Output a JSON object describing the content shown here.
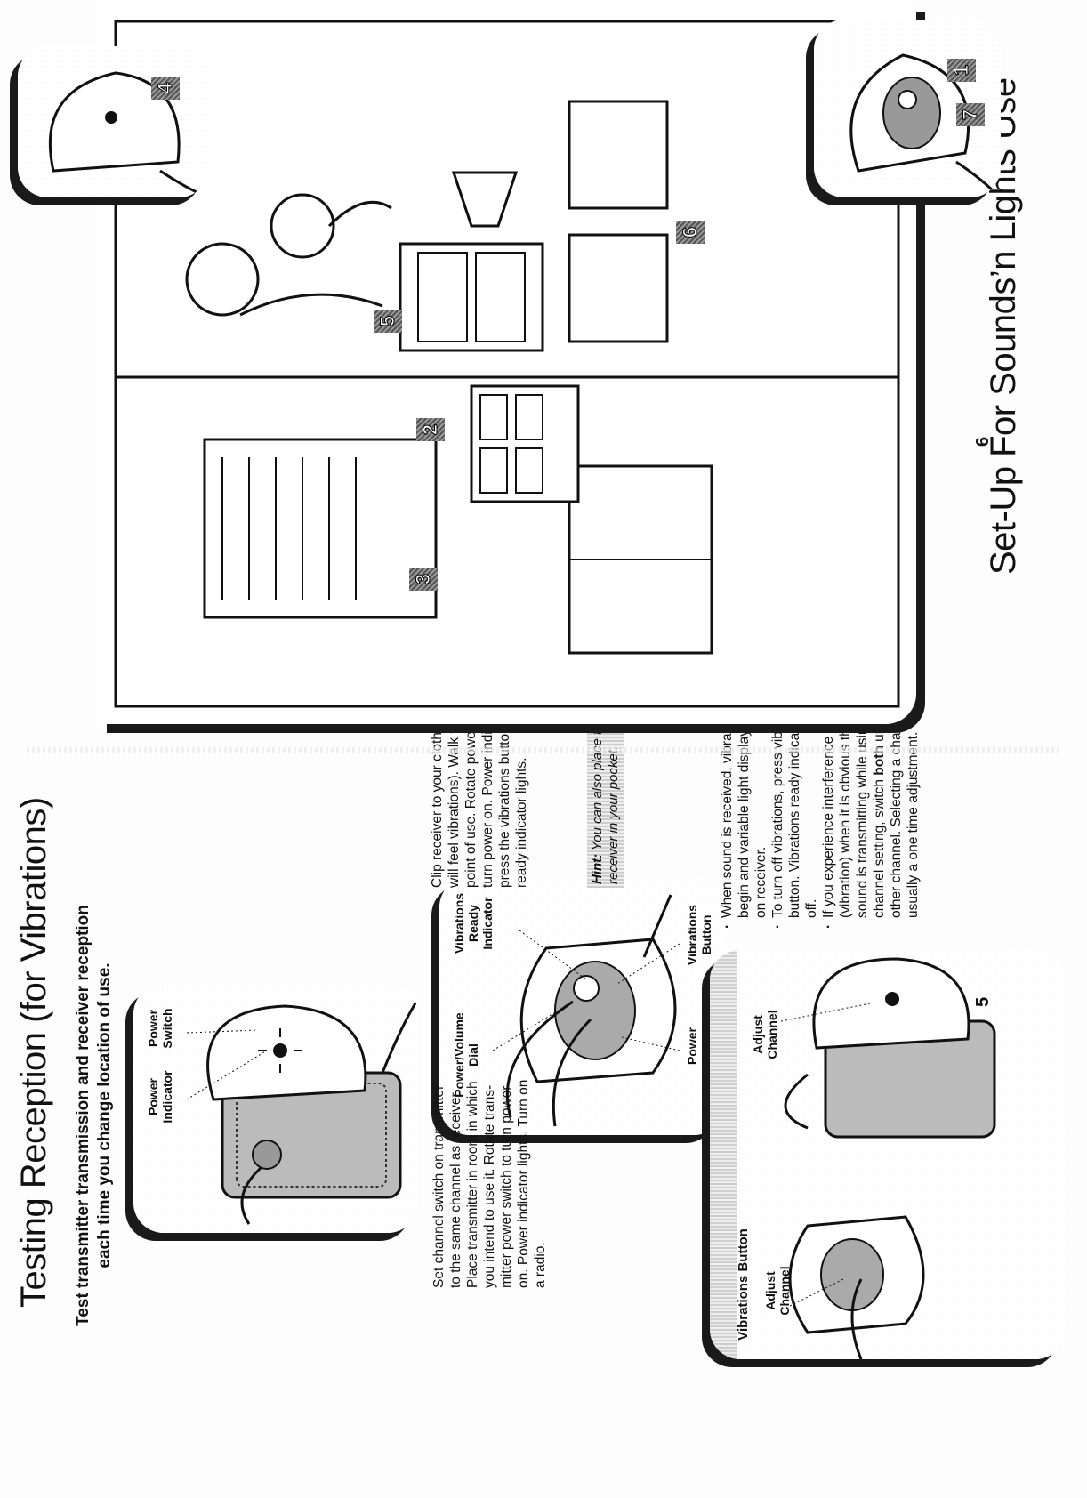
{
  "left_page": {
    "title": "Testing Reception (for Vibrations)",
    "subtitle_line1": "Test transmitter transmission and receiver reception",
    "subtitle_line2": "each time you change location of use.",
    "transmitter_panel": {
      "label_power_indicator": "Power Indicator",
      "label_power_switch": "Power Switch"
    },
    "receiver_panel": {
      "label_power_volume_dial": "Power/Volume Dial",
      "label_vibrations_ready_indicator": "Vibrations Ready Indicator",
      "label_power_indicator": "Power Indicator",
      "label_vibrations_button": "Vibrations Button"
    },
    "transmitter_text": "Set channel switch on transmitter to the same channel as receiver. Place transmitter in room in which you intend to use it. Rotate trans-mitter power switch to turn power on. Power indicator lights. Turn on a radio.",
    "receiver_text": "Clip receiver to your clothing (where you will feel vibrations). Walk to the furthest point of use. Rotate power/volume dial to turn power on. Power indicator lights. Now, press the vibrations button. Vibrations ready indicator lights.",
    "hint_label": "Hint:",
    "hint_text": "You can also place the receiver in your pocket.",
    "bottom_panel": {
      "label_vibrations_button": "Vibrations Button",
      "label_adjust_channel_receiver": "Adjust Channel",
      "label_adjust_channel_transmitter": "Adjust Channel"
    },
    "bullets": [
      {
        "text": "When sound is received, vibrations begin and variable light display lights on receiver."
      },
      {
        "text": "To turn off vibrations, press vibrations button. Vibrations ready indicator turns off."
      },
      {
        "pre": "If you experience interference (vibration) when it is obvious that no sound is transmitting while using one channel setting, switch ",
        "bold": "both",
        "post": " units to other channel. Selecting a channel is usually a one time adjustment."
      }
    ],
    "page_number": "5"
  },
  "right_page": {
    "title": "Set-Up For Sounds’n Lights Use",
    "step_numbers": [
      "1",
      "2",
      "3",
      "4",
      "5",
      "6",
      "7"
    ],
    "page_number": "6"
  }
}
